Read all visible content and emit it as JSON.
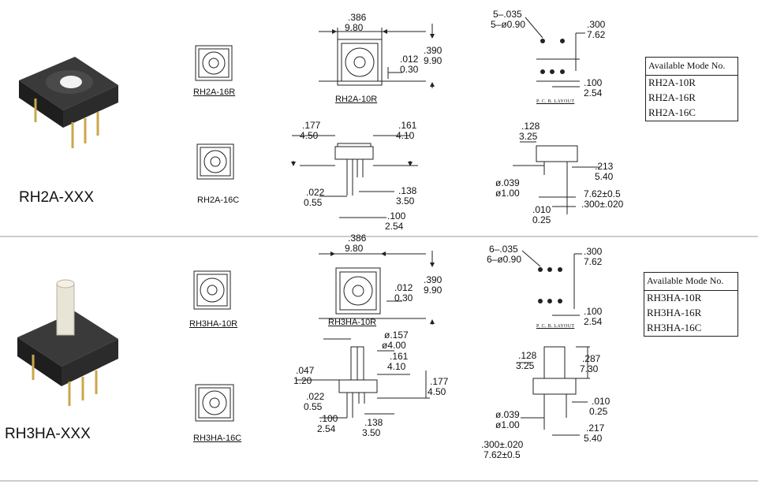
{
  "section1": {
    "model": "RH2A-XXX",
    "variants": [
      "RH2A-16R",
      "RH2A-10R",
      "RH2A-16C"
    ],
    "top_dims": {
      "width_in": ".386",
      "width_mm": "9.80",
      "height_in": ".390",
      "height_mm": "9.90",
      "off_in": ".012",
      "off_mm": "0.30"
    },
    "pcb_dims": {
      "holes_in": "5–.035",
      "holes_mm": "5–ø0.90",
      "span_in": ".300",
      "span_mm": "7.62",
      "pitch_in": ".100",
      "pitch_mm": "2.54"
    },
    "pcb_label": "P. C. B. LAYOUT",
    "side_dims": {
      "a_in": ".177",
      "a_mm": "4.50",
      "b_in": ".161",
      "b_mm": "4.10",
      "c_in": ".022",
      "c_mm": "0.55",
      "d_in": ".138",
      "d_mm": "3.50",
      "e_in": ".100",
      "e_mm": "2.54"
    },
    "end_dims": {
      "h_in": ".128",
      "h_mm": "3.25",
      "pin_in": "ø.039",
      "pin_mm": "ø1.00",
      "l_in": ".213",
      "l_mm": "5.40",
      "row": "7.62±0.5",
      "row_in": ".300±.020",
      "t_in": ".010",
      "t_mm": "0.25"
    },
    "modes": {
      "header": "Available Mode No.",
      "items": [
        "RH2A-10R",
        "RH2A-16R",
        "RH2A-16C"
      ]
    }
  },
  "section2": {
    "model": "RH3HA-XXX",
    "variants": [
      "RH3HA-10R",
      "RH3HA-10R",
      "RH3HA-16C"
    ],
    "top_dims": {
      "width_in": ".386",
      "width_mm": "9.80",
      "height_in": ".390",
      "height_mm": "9.90",
      "off_in": ".012",
      "off_mm": "0.30"
    },
    "pcb_dims": {
      "holes_in": "6–.035",
      "holes_mm": "6–ø0.90",
      "span_in": ".300",
      "span_mm": "7.62",
      "pitch_in": ".100",
      "pitch_mm": "2.54"
    },
    "pcb_label": "P. C. B. LAYOUT",
    "side_dims": {
      "shaft_in": "ø.157",
      "shaft_mm": "ø4.00",
      "a_in": ".047",
      "a_mm": "1.20",
      "b_in": ".161",
      "b_mm": "4.10",
      "c_in": ".177",
      "c_mm": "4.50",
      "d_in": ".022",
      "d_mm": "0.55",
      "e_in": ".100",
      "e_mm": "2.54",
      "f_in": ".138",
      "f_mm": "3.50"
    },
    "end_dims": {
      "h_in": ".128",
      "h_mm": "3.25",
      "top_in": ".287",
      "top_mm": "7.30",
      "t_in": ".010",
      "t_mm": "0.25",
      "pin_in": "ø.039",
      "pin_mm": "ø1.00",
      "l_in": ".217",
      "l_mm": "5.40",
      "row_in": ".300±.020",
      "row": "7.62±0.5"
    },
    "modes": {
      "header": "Available Mode No.",
      "items": [
        "RH3HA-10R",
        "RH3HA-16R",
        "RH3HA-16C"
      ]
    }
  },
  "colors": {
    "line": "#222222",
    "body": "#2a2a2a",
    "knob": "#e8e4d6",
    "pin": "#c9a74a",
    "divider": "#999999"
  }
}
